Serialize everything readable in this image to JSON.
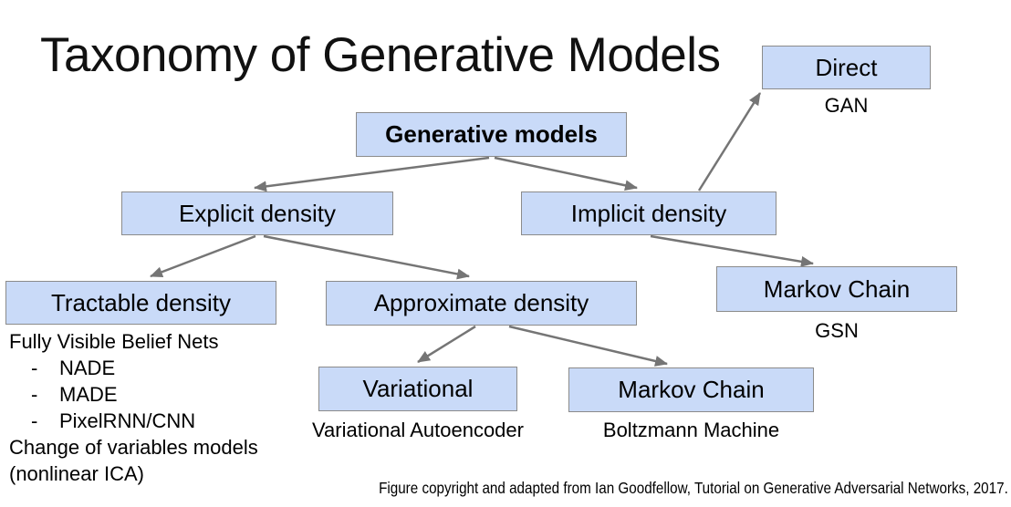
{
  "slide": {
    "title": "Taxonomy of Generative Models",
    "caption": "Figure copyright and adapted from Ian Goodfellow, Tutorial on Generative Adversarial Networks, 2017."
  },
  "colors": {
    "box_fill": "#c9daf8",
    "box_border": "#8b8b8b",
    "arrow": "#757575",
    "text": "#000000",
    "background": "#ffffff"
  },
  "nodes": {
    "generative_models": {
      "label": "Generative models"
    },
    "explicit_density": {
      "label": "Explicit density"
    },
    "implicit_density": {
      "label": "Implicit density"
    },
    "direct": {
      "label": "Direct",
      "sublabel": "GAN"
    },
    "tractable_density": {
      "label": "Tractable density"
    },
    "approximate_density": {
      "label": "Approximate density"
    },
    "variational": {
      "label": "Variational",
      "sublabel": "Variational Autoencoder"
    },
    "markov_chain_center": {
      "label": "Markov Chain",
      "sublabel": "Boltzmann Machine"
    },
    "markov_chain_right": {
      "label": "Markov Chain",
      "sublabel": "GSN"
    }
  },
  "edges": [
    {
      "from": "generative_models",
      "to": "explicit_density"
    },
    {
      "from": "generative_models",
      "to": "implicit_density"
    },
    {
      "from": "implicit_density",
      "to": "direct"
    },
    {
      "from": "explicit_density",
      "to": "tractable_density"
    },
    {
      "from": "explicit_density",
      "to": "approximate_density"
    },
    {
      "from": "approximate_density",
      "to": "variational"
    },
    {
      "from": "approximate_density",
      "to": "markov_chain_center"
    },
    {
      "from": "implicit_density",
      "to": "markov_chain_right"
    }
  ],
  "tractable_notes": {
    "heading": "Fully Visible Belief Nets",
    "bullet": "-",
    "items": [
      "NADE",
      "MADE",
      "PixelRNN/CNN"
    ],
    "footer_line1": "Change of variables models",
    "footer_line2": "(nonlinear ICA)"
  }
}
